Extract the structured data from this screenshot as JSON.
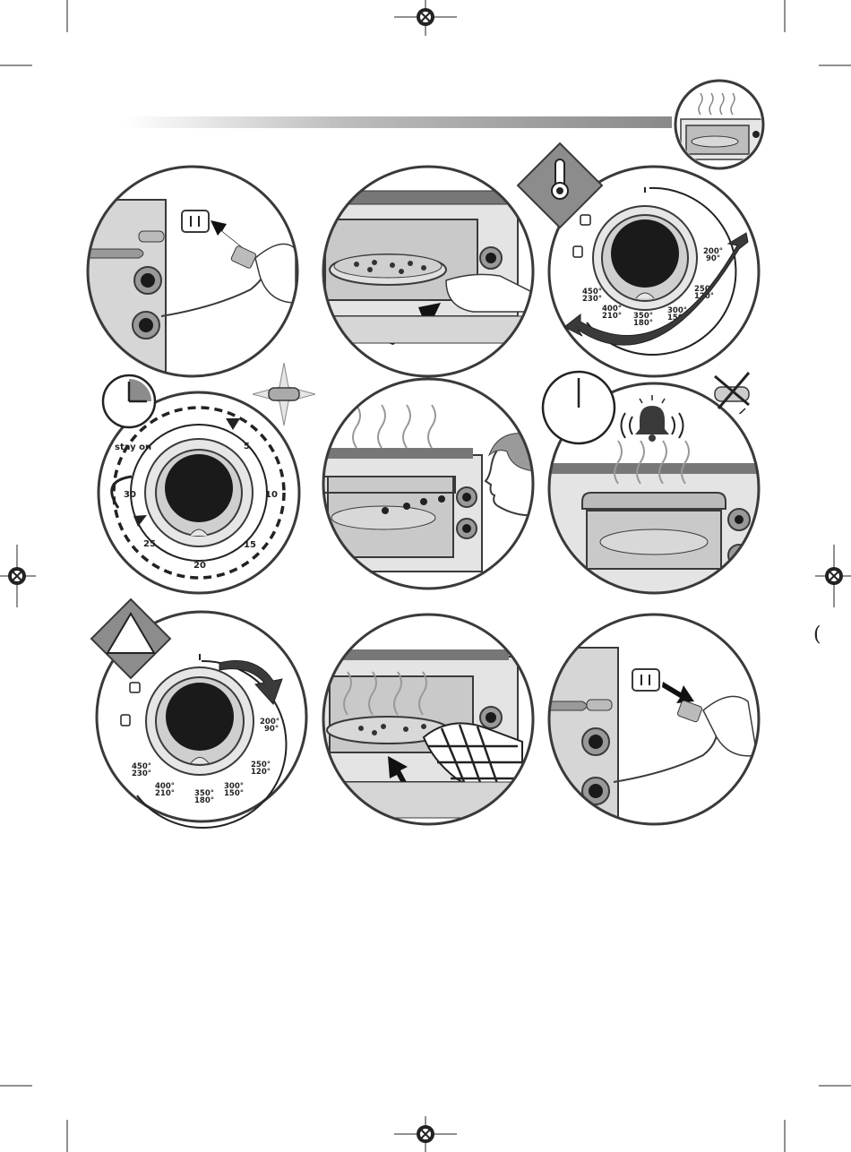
{
  "print_marks": {
    "registration_targets": [
      "top",
      "left",
      "right",
      "bottom"
    ]
  },
  "header_bar": {
    "color_start": "#ffffff",
    "color_end": "#8a8a8a"
  },
  "steps": [
    {
      "id": 1,
      "icon": "plug-in-outlet"
    },
    {
      "id": 2,
      "icon": "insert-pizza-tray"
    },
    {
      "id": 3,
      "icon": "temperature-dial",
      "badge": "thermometer-icon",
      "dial_labels": [
        "200°\n90°",
        "250°\n120°",
        "300°\n150°",
        "350°\n180°",
        "400°\n210°",
        "450°\n230°"
      ]
    },
    {
      "id": 4,
      "icon": "timer-dial",
      "badge": "clock-icon",
      "timer_labels": [
        "stay on",
        "5",
        "10",
        "15",
        "20",
        "25",
        "30"
      ]
    },
    {
      "id": 5,
      "icon": "watch-oven-cooking"
    },
    {
      "id": 6,
      "icon": "bell-alert",
      "badge": "clock-zero-icon"
    },
    {
      "id": 7,
      "icon": "turn-off-dial",
      "badge": "warning-triangle-icon",
      "dial_labels": [
        "200°\n90°",
        "250°\n120°",
        "300°\n150°",
        "350°\n180°",
        "400°\n210°",
        "450°\n230°"
      ]
    },
    {
      "id": 8,
      "icon": "remove-pizza-with-mitt"
    },
    {
      "id": 9,
      "icon": "unplug-outlet"
    }
  ],
  "colors": {
    "line": "#3a3a3a",
    "knob_dark": "#1a1a1a",
    "grey": "#9a9a9a",
    "light": "#e6e6e6",
    "badge": "#8c8c8c"
  }
}
